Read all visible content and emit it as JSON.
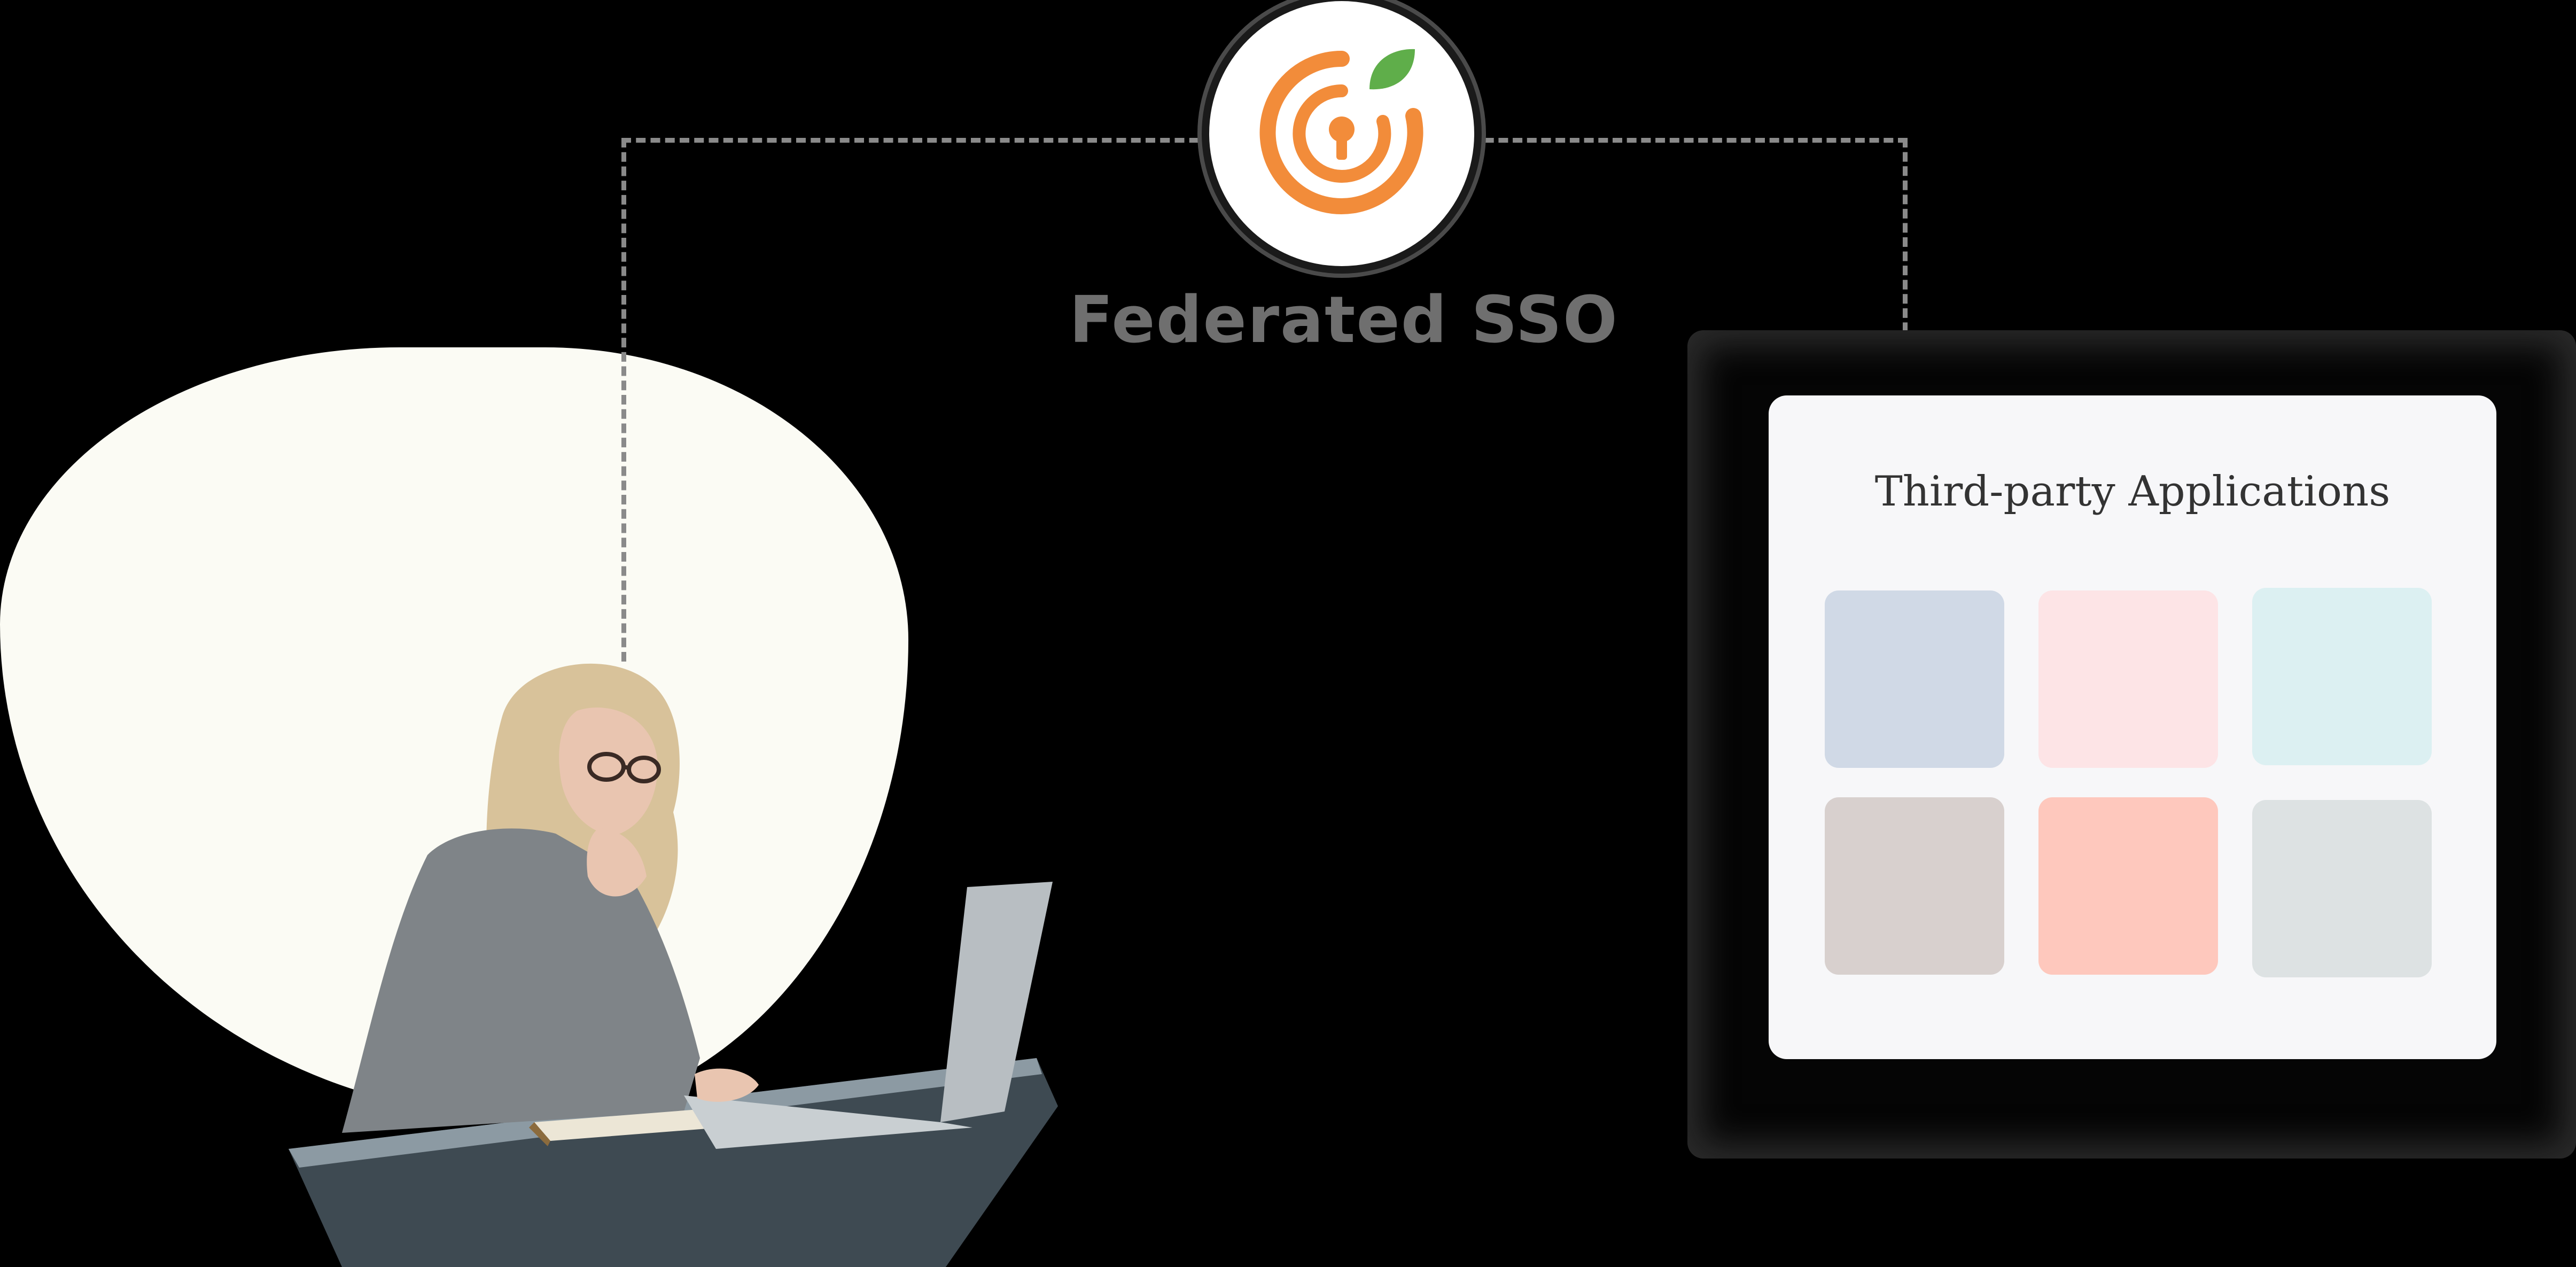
{
  "sso": {
    "label": "Federated SSO",
    "logo_icon": "keyhole-shield-leaf-icon",
    "logo_colors": {
      "ring": "#f28c3a",
      "leaf": "#5fae4a",
      "keyhole": "#f28c3a"
    }
  },
  "applications": {
    "title": "Third-party Applications",
    "tiles": [
      {
        "color": "#d0d9e6"
      },
      {
        "color": "#fde4e6"
      },
      {
        "color": "#dcf0f2"
      },
      {
        "color": "#d8d0ce"
      },
      {
        "color": "#fec8bd"
      },
      {
        "color": "#dde2e3"
      }
    ]
  },
  "user": {
    "illustration": "person-working-on-laptop-photo"
  },
  "connector": {
    "color": "#8a8a8a",
    "style": "dashed"
  }
}
